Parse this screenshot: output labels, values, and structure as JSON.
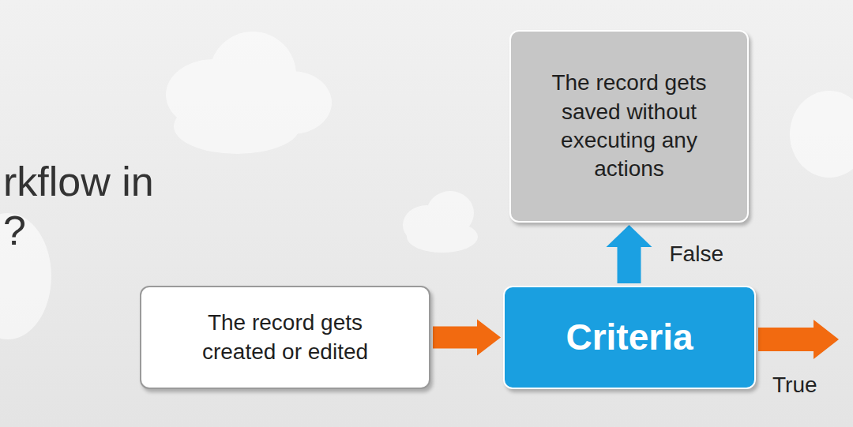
{
  "diagram": {
    "nodes": [
      {
        "text": [
          "The record gets created or edited"
        ]
      },
      {
        "text": [
          "Criteria"
        ]
      },
      {
        "text": [
          "The record gets saved without executing any actions"
        ]
      }
    ],
    "edges": [
      {
        "from": 0,
        "to": 1,
        "arrow": "to"
      },
      {
        "from": 1,
        "to": 2,
        "label": "False",
        "arrow": "to"
      }
    ],
    "labels": [
      "rkflow in",
      "?",
      "True"
    ]
  }
}
